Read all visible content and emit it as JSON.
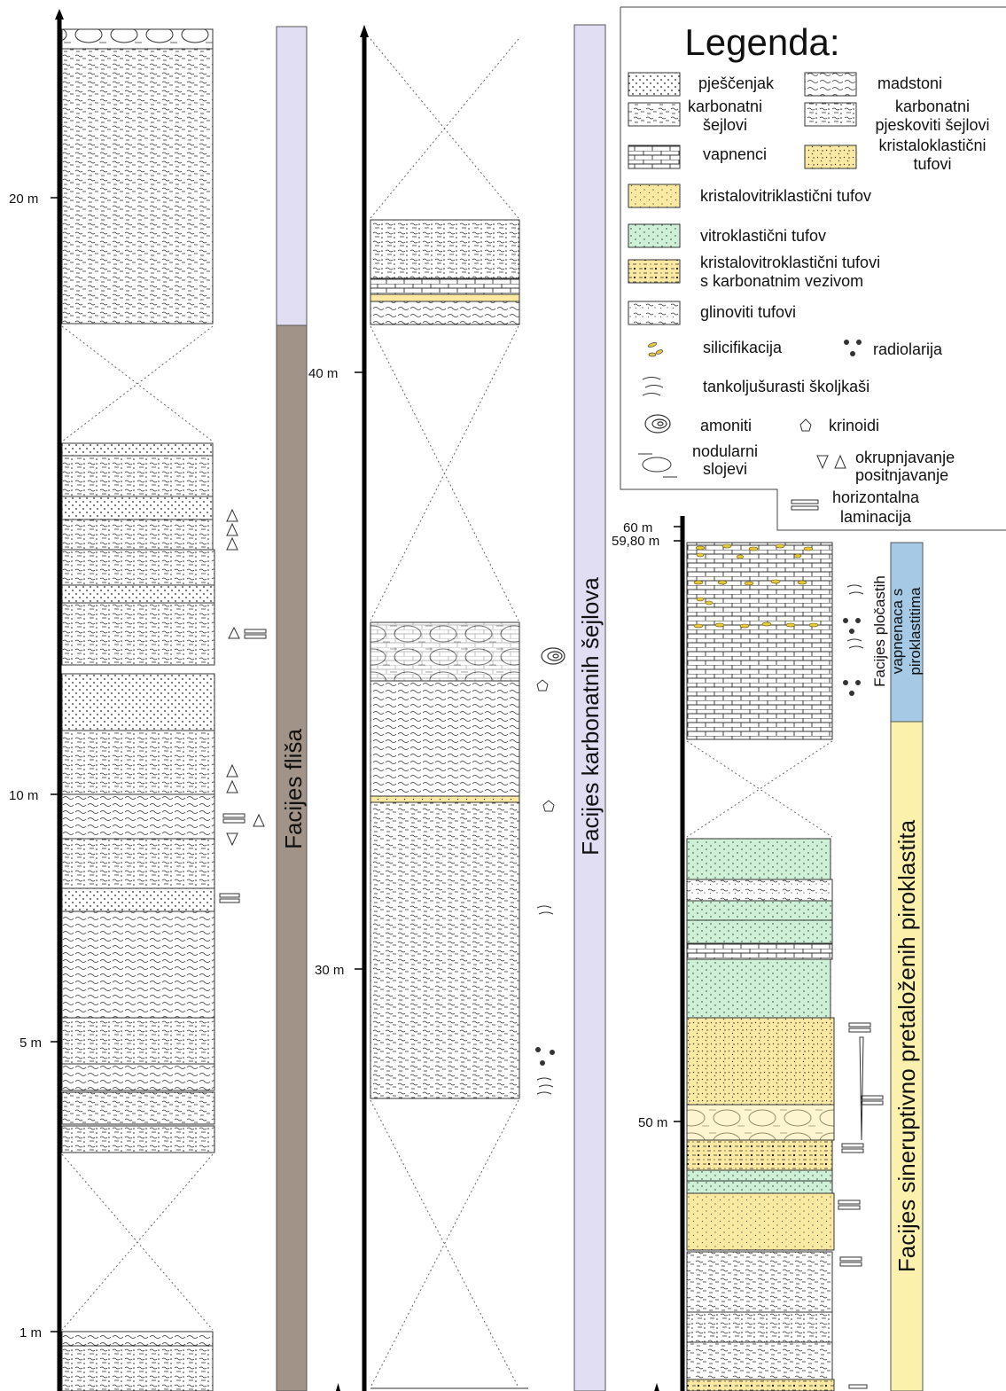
{
  "legend": {
    "title": "Legenda:",
    "rows": [
      {
        "label": "pješčenjak",
        "pattern": "sandstone"
      },
      {
        "label": "madstoni",
        "pattern": "mudstone"
      },
      {
        "label": "karbonatni\nšejlovi",
        "pattern": "carbshale"
      },
      {
        "label": "karbonatni\npjeskoviti šejlovi",
        "pattern": "sandyshale"
      },
      {
        "label": "vapnenci",
        "pattern": "limestone"
      },
      {
        "label": "kristaloklastični\ntufovi",
        "pattern": "crystuff"
      },
      {
        "label": "kristalovitriklastični tufov",
        "pattern": "crysvitr"
      },
      {
        "label": "vitroklastični tufov",
        "pattern": "vitric"
      },
      {
        "label": "kristalovitroklastični tufovi\ns karbonatnim vezivom",
        "pattern": "crysvitrcarb"
      },
      {
        "label": "glinoviti tufovi",
        "pattern": "claytuff"
      }
    ],
    "symbols": [
      {
        "label": "silicifikacija",
        "icon": "silicification-icon"
      },
      {
        "label": "radiolarija",
        "icon": "radiolaria-icon"
      },
      {
        "label": "tankoljušurasti školjkaši",
        "icon": "thin-shell-bivalves-icon"
      },
      {
        "label": "amoniti",
        "icon": "ammonite-icon"
      },
      {
        "label": "krinoidi",
        "icon": "crinoid-icon"
      },
      {
        "label": "nodularni\nslojevi",
        "icon": "nodular-beds-icon"
      },
      {
        "label": "okrupnjavanje\npositnjavanje",
        "icon": "coarsening-fining-icon"
      },
      {
        "label": "horizontalna\nlaminacija",
        "icon": "horizontal-lamination-icon"
      }
    ]
  },
  "columns": {
    "col1": {
      "ticks": [
        "20 m",
        "10 m",
        "5 m",
        "1 m"
      ]
    },
    "col2": {
      "ticks": [
        "40 m",
        "30 m"
      ]
    },
    "col3": {
      "ticks": [
        "60 m",
        "59,80 m",
        "50 m"
      ]
    }
  },
  "facies": {
    "flisa": "Facijes fliša",
    "karbonatnih": "Facijes karbonatnih šejlova",
    "plocastih": "Facijes pločastih\nvapnenaca s\npiroklastitima",
    "sineruptivno": "Facijes sineruptivno pretaloženih piroklastita"
  },
  "colors": {
    "flisa_bar": "#a29388",
    "lavender_bar": "#e1def4",
    "plocastih_bar": "#a6c9e6",
    "sineruptivno_bar": "#fbf1ad",
    "tuff_yellow": "#fbe9a2",
    "vitric_green": "#cdf0d6"
  }
}
